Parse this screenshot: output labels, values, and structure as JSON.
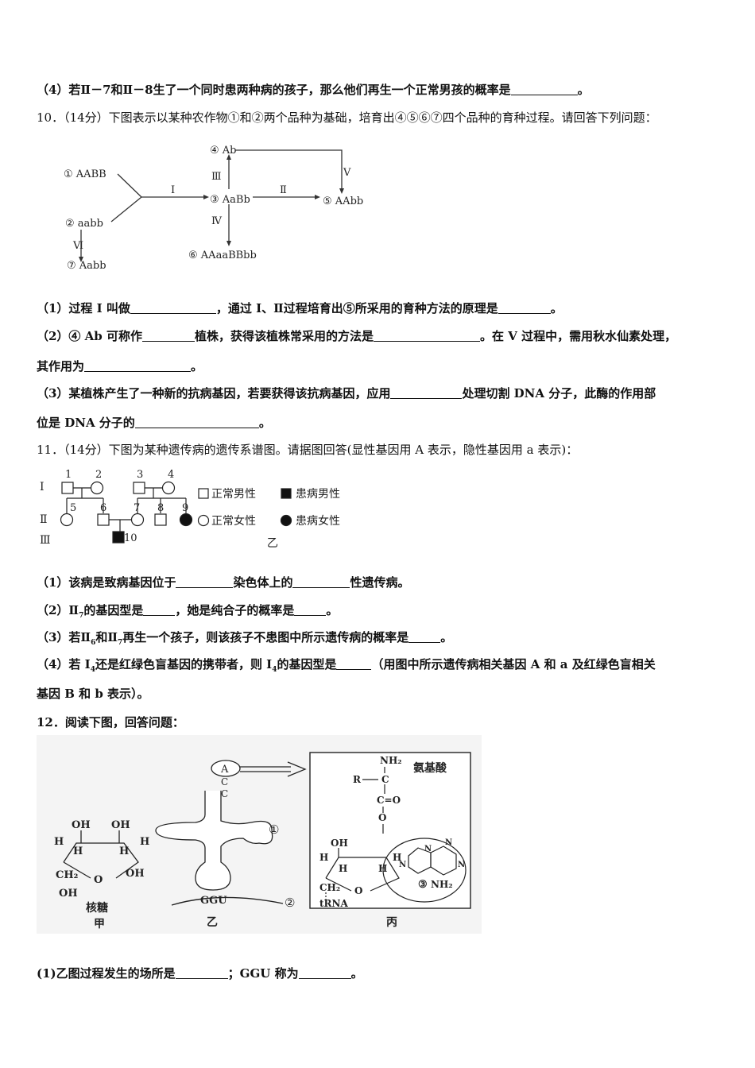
{
  "q9_4": {
    "prefix": "（4）若Ⅱ－7和Ⅱ－8生了一个同时患两种病的孩子，那么他们再生一个正常男孩的概率是",
    "suffix": "。"
  },
  "q10": {
    "stem": "10．（14分）下图表示以某种农作物①和②两个品种为基础，培育出④⑤⑥⑦四个品种的育种过程。请回答下列问题：",
    "fig": {
      "n1": "① AABB",
      "n2": "② aabb",
      "n3": "③ AaBb",
      "n4": "④ Ab",
      "n5": "⑤ AAbb",
      "n6": "⑥ AAaaBBbb",
      "n7": "⑦ Aabb",
      "p1": "Ⅰ",
      "p2": "Ⅱ",
      "p3": "Ⅲ",
      "p4": "Ⅳ",
      "p5": "Ⅴ",
      "p6": "Ⅵ"
    },
    "s1a": "（1）过程 I 叫做",
    "s1b": "，通过 I、Ⅱ过程培育出⑤所采用的育种方法的原理是",
    "s1c": "。",
    "s2a": "（2）④ Ab 可称作",
    "s2b": "植株，获得该植株常采用的方法是",
    "s2c": "。在 V 过程中，需用秋水仙素处理，",
    "s2d": "其作用为",
    "s2e": "。",
    "s3a": "（3）某植株产生了一种新的抗病基因，若要获得该抗病基因，应用",
    "s3b": "处理切割 DNA 分子，此酶的作用部",
    "s3c": "位是 DNA 分子的",
    "s3d": "。"
  },
  "q11": {
    "stem": "11．（14分）下图为某种遗传病的遗传系谱图。请据图回答(显性基因用 A 表示，隐性基因用 a 表示)：",
    "fig": {
      "gen1": "Ⅰ",
      "gen2": "Ⅱ",
      "gen3": "Ⅲ",
      "ids": [
        "1",
        "2",
        "3",
        "4",
        "5",
        "6",
        "7",
        "8",
        "9",
        "10"
      ],
      "legend_normal_male": "正常男性",
      "legend_affected_male": "患病男性",
      "legend_normal_female": "正常女性",
      "legend_affected_female": "患病女性",
      "caption": "乙"
    },
    "s1a": "（1）该病是致病基因位于",
    "s1b": "染色体上的",
    "s1c": "性遗传病。",
    "s2a": "（2）Ⅱ",
    "s2sub": "7",
    "s2b": "的基因型是",
    "s2c": "，她是纯合子的概率是",
    "s2d": "。",
    "s3a": "（3）若Ⅱ",
    "s3sub1": "6",
    "s3b": "和Ⅱ",
    "s3sub2": "7",
    "s3c": "再生一个孩子，则该孩子不患图中所示遗传病的概率是",
    "s3d": "。",
    "s4a": "（4）若 I",
    "s4sub1": "4",
    "s4b": "还是红绿色盲基因的携带者，则 I",
    "s4sub2": "4",
    "s4c": "的基因型是",
    "s4d": "（用图中所示遗传病相关基因 A 和 a 及红绿色盲相关",
    "s4e": "基因 B 和 b 表示）。"
  },
  "q12": {
    "stem": "12．阅读下图，回答问题：",
    "fig": {
      "jia_label1": "核糖",
      "jia_label2": "甲",
      "yi_label": "乙",
      "bing_label": "丙",
      "amino": "氨基酸",
      "trna": "tRNA",
      "anticodon": "GGU",
      "acc_a": "A",
      "acc_c1": "C",
      "acc_c2": "C",
      "mark1": "①",
      "mark2": "②",
      "mark3": "③",
      "oh": "OH",
      "h": "H",
      "o": "O",
      "ch2": "CH₂",
      "nh2": "NH₂",
      "r": "R",
      "c": "C",
      "n": "N",
      "co": "C=O"
    },
    "s1a": "(1)乙图过程发生的场所是",
    "s1b": "；GGU 称为",
    "s1c": "。"
  }
}
